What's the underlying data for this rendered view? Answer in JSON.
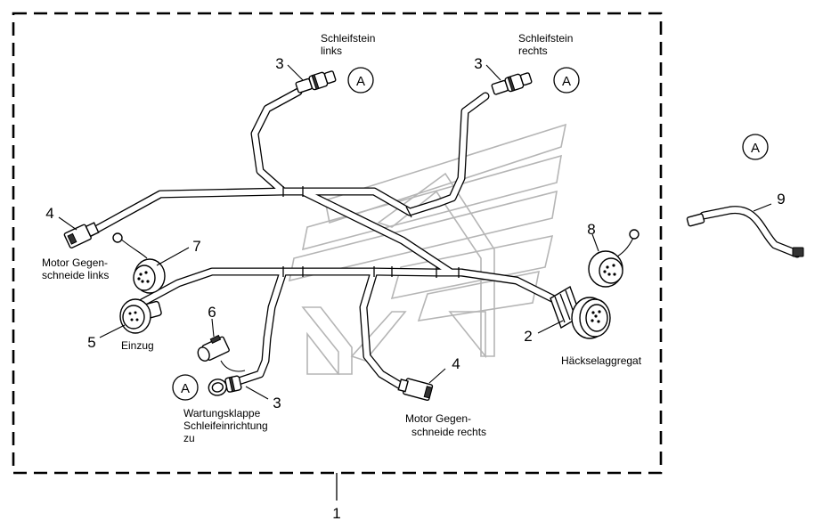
{
  "callouts": {
    "n3_left": "3",
    "n3_right": "3",
    "n3_bottom": "3",
    "n4_left": "4",
    "n4_right": "4",
    "n7": "7",
    "n8": "8",
    "n5": "5",
    "n6": "6",
    "n2": "2",
    "n9": "9",
    "n1": "1"
  },
  "labels": {
    "schleifstein_links_1": "Schleifstein",
    "schleifstein_links_2": "links",
    "schleifstein_rechts_1": "Schleifstein",
    "schleifstein_rechts_2": "rechts",
    "motor_links_1": "Motor Gegen-",
    "motor_links_2": "schneide links",
    "einzug": "Einzug",
    "haeckselaggregat": "Häckselaggregat",
    "motor_rechts_1": "Motor Gegen-",
    "motor_rechts_2": "schneide rechts",
    "wartung_1": "Wartungsklappe",
    "wartung_2": "Schleifeinrichtung",
    "wartung_3": "zu"
  },
  "detail_marker": "A",
  "colors": {
    "line": "#000000",
    "watermark": "#b5b5b5",
    "background": "#ffffff"
  }
}
